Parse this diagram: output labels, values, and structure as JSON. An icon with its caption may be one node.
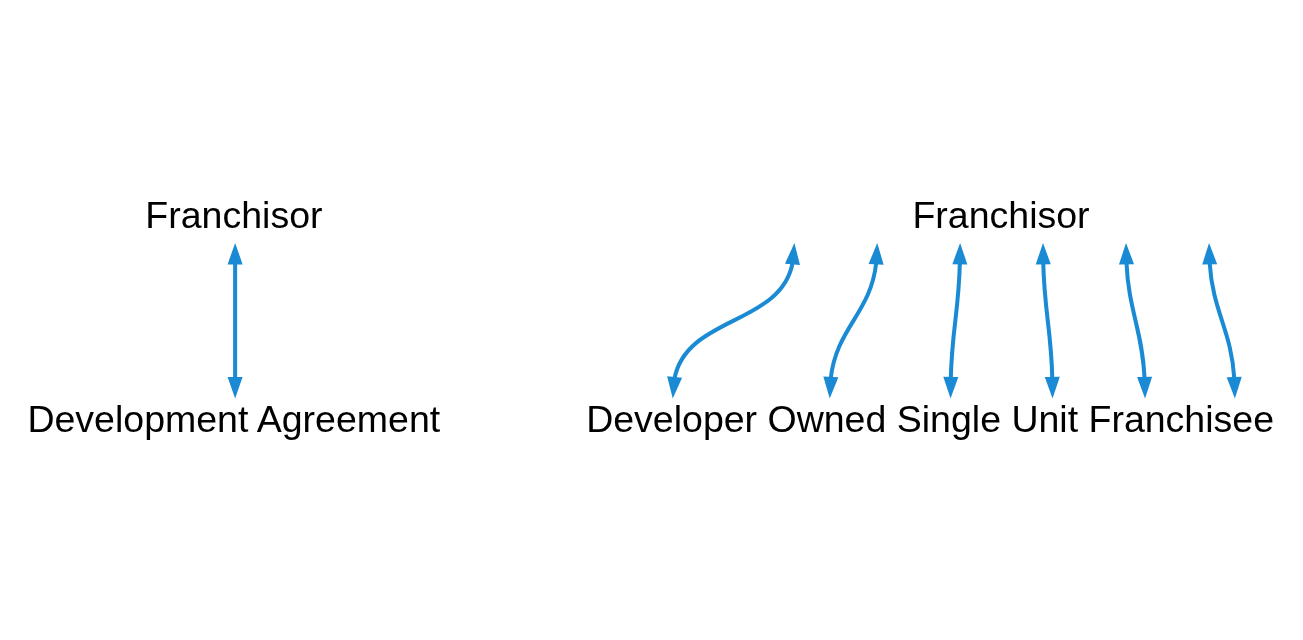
{
  "diagram": {
    "nodes": [
      {
        "text": [
          "Franchisor"
        ]
      },
      {
        "text": [
          "Development Agreement"
        ]
      },
      {
        "text": [
          "Franchisor"
        ]
      },
      {
        "text": [
          "Developer Owned Single Unit Franchisee"
        ]
      }
    ],
    "edges": [
      {
        "from": 0,
        "to": 1,
        "arrow": "both"
      },
      {
        "from": 2,
        "to": 3,
        "arrow": "both"
      },
      {
        "from": 2,
        "to": 3,
        "arrow": "both"
      },
      {
        "from": 2,
        "to": 3,
        "arrow": "both"
      },
      {
        "from": 2,
        "to": 3,
        "arrow": "both"
      },
      {
        "from": 2,
        "to": 3,
        "arrow": "both"
      },
      {
        "from": 2,
        "to": 3,
        "arrow": "both"
      }
    ]
  }
}
